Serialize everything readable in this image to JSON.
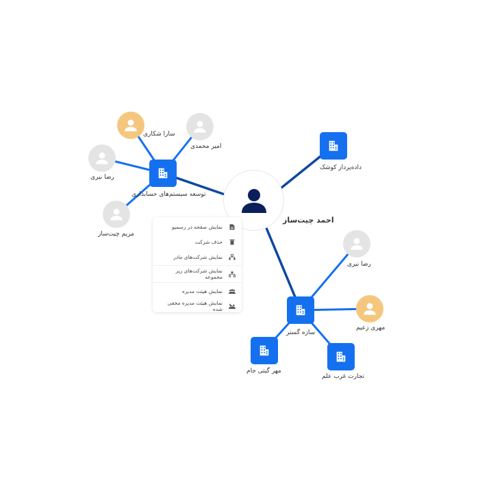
{
  "center": {
    "name": "احمد چیت‌ساز",
    "icon": "person-icon"
  },
  "companies": [
    {
      "id": "c1",
      "name": "توسعه سیستم‌های حسابداری",
      "icon": "building-icon"
    },
    {
      "id": "c2",
      "name": "داده‌پرداز کوشک",
      "icon": "building-icon"
    },
    {
      "id": "c3",
      "name": "سازه گستر",
      "icon": "building-icon"
    },
    {
      "id": "c4",
      "name": "مهر گیتی جام",
      "icon": "building-icon"
    },
    {
      "id": "c5",
      "name": "تجارت غرب علم",
      "icon": "building-icon"
    }
  ],
  "people": [
    {
      "id": "p1",
      "name": "سارا شکاری",
      "style": "highlight",
      "icon": "person-icon"
    },
    {
      "id": "p2",
      "name": "امیر محمدی",
      "style": "default",
      "icon": "person-icon"
    },
    {
      "id": "p3",
      "name": "رضا نیری",
      "style": "default",
      "icon": "person-icon"
    },
    {
      "id": "p4",
      "name": "مریم چیت‌ساز",
      "style": "default",
      "icon": "person-icon"
    },
    {
      "id": "p5",
      "name": "رضا نیری",
      "style": "default",
      "icon": "person-icon"
    },
    {
      "id": "p6",
      "name": "مهری زعیم",
      "style": "highlight",
      "icon": "person-icon"
    }
  ],
  "edges": [
    {
      "from": "center",
      "to": "c1",
      "style": "primary"
    },
    {
      "from": "center",
      "to": "c2",
      "style": "primary"
    },
    {
      "from": "center",
      "to": "c3",
      "style": "primary"
    },
    {
      "from": "c1",
      "to": "p1",
      "style": "secondary"
    },
    {
      "from": "c1",
      "to": "p2",
      "style": "secondary"
    },
    {
      "from": "c1",
      "to": "p3",
      "style": "secondary"
    },
    {
      "from": "c1",
      "to": "p4",
      "style": "secondary"
    },
    {
      "from": "c3",
      "to": "p5",
      "style": "secondary"
    },
    {
      "from": "c3",
      "to": "p6",
      "style": "secondary"
    },
    {
      "from": "c3",
      "to": "c4",
      "style": "secondary"
    },
    {
      "from": "c3",
      "to": "c5",
      "style": "secondary"
    }
  ],
  "context_menu": {
    "items": [
      {
        "label": "نمایش صفحه در رسمیو",
        "icon": "document-icon"
      },
      {
        "label": "حذف شرکت",
        "icon": "trash-icon"
      },
      {
        "label": "نمایش شرکت‌های مادر",
        "icon": "hierarchy-up-icon"
      },
      {
        "label": "نمایش شرکت‌های زیر مجموعه",
        "icon": "hierarchy-down-icon"
      },
      {
        "label": "نمایش هیئت مدیره",
        "icon": "board-members-icon"
      },
      {
        "label": "نمایش هیئت مدیره مخفی شده",
        "icon": "hidden-board-icon"
      }
    ]
  },
  "colors": {
    "primary_edge": "#0d47a1",
    "secondary_edge": "#1570ef",
    "company_fill": "#1570ef",
    "person_default": "#e4e4e4",
    "person_highlight": "#f5c77e",
    "center_icon": "#0b1f5c"
  }
}
